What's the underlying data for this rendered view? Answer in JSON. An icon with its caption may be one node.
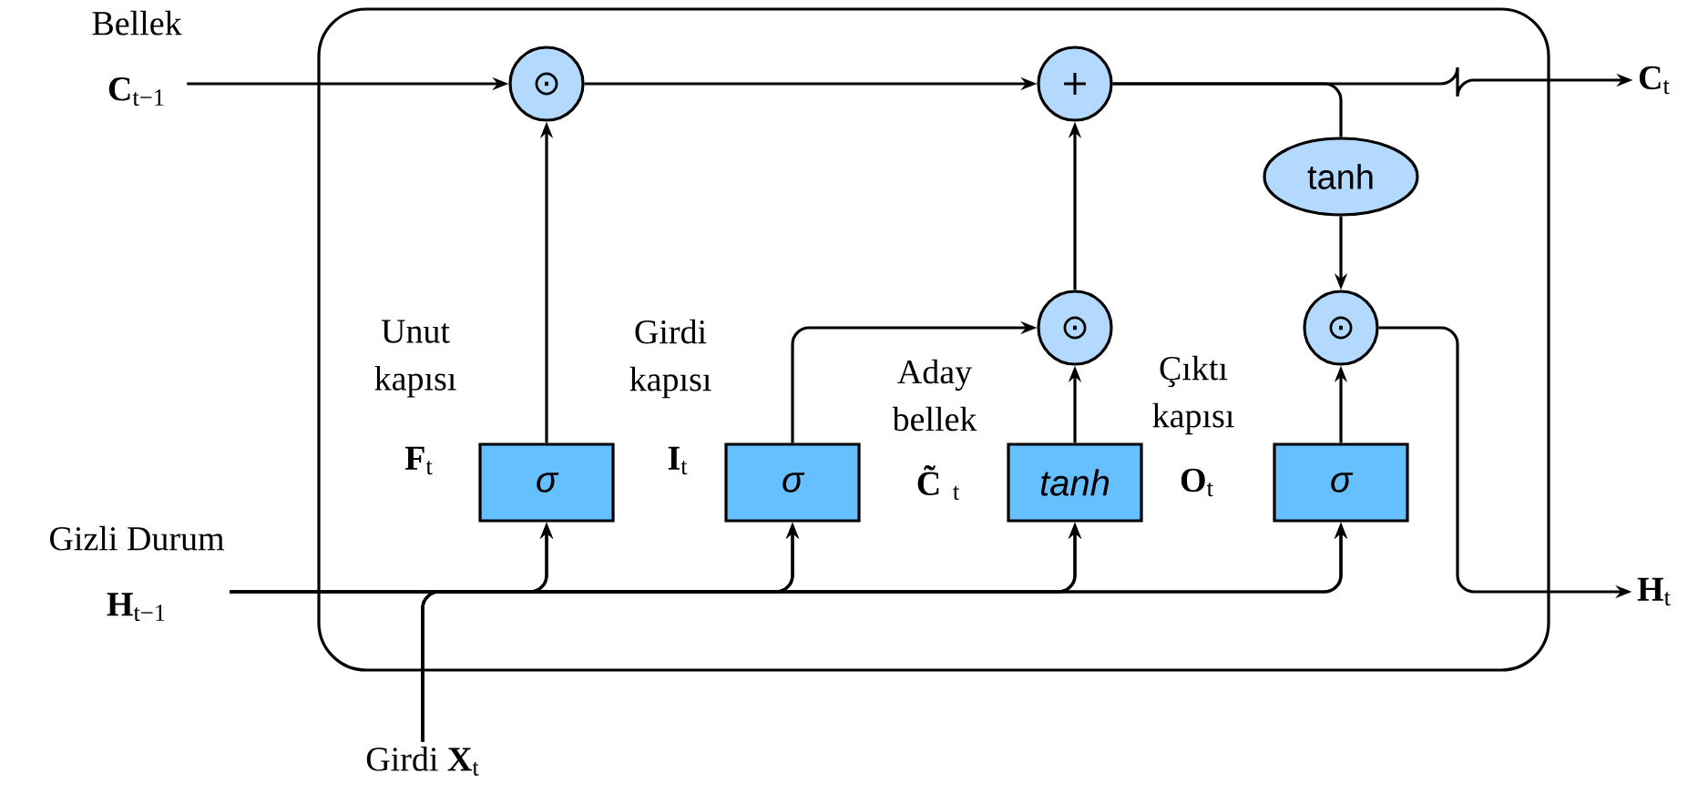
{
  "diagram": {
    "nodes": [
      {
        "text": [],
        "shape": "box"
      },
      {
        "text": [
          "Bellek",
          "**C**$_{t−1}$"
        ]
      },
      {
        "text": [
          "⊙"
        ],
        "in": 0
      },
      {
        "text": [
          "+"
        ],
        "in": 0
      },
      {
        "text": [
          "**C**$_{t}$"
        ]
      },
      {
        "text": [
          "tanh"
        ],
        "in": 0
      },
      {
        "text": [
          "⊙"
        ],
        "in": 0
      },
      {
        "text": [
          "⊙"
        ],
        "in": 0
      },
      {
        "text": [
          "σ"
        ],
        "in": 0,
        "beside": [
          "Unut kapısı",
          "**F**$_{t}$"
        ]
      },
      {
        "text": [
          "σ"
        ],
        "in": 0,
        "beside": [
          "Girdi kapısı",
          "**I**$_{t}$"
        ]
      },
      {
        "text": [
          "tanh"
        ],
        "in": 0,
        "beside": [
          "Aday bellek",
          "**C̃**$_{t}$"
        ]
      },
      {
        "text": [
          "σ"
        ],
        "in": 0,
        "beside": [
          "Çıktı kapısı",
          "**O**$_{t}$"
        ]
      },
      {
        "text": [
          "Gizli Durum",
          "**H**$_{t−1}$"
        ]
      },
      {
        "text": [
          "Girdi **X**$_{t}$"
        ]
      },
      {
        "text": [
          "**H**$_{t}$"
        ]
      }
    ],
    "edges": [
      {
        "from": 1,
        "to": 2,
        "arrow": "to"
      },
      {
        "from": 2,
        "to": 3,
        "arrow": "to"
      },
      {
        "from": 3,
        "to": 4,
        "arrow": "to"
      },
      {
        "from": 3,
        "to": 5,
        "arrow": "none"
      },
      {
        "from": 5,
        "to": 7,
        "arrow": "to"
      },
      {
        "from": 8,
        "to": 2,
        "arrow": "to"
      },
      {
        "from": 9,
        "to": 6,
        "arrow": "to"
      },
      {
        "from": 10,
        "to": 6,
        "arrow": "to"
      },
      {
        "from": 6,
        "to": 3,
        "arrow": "to"
      },
      {
        "from": 11,
        "to": 7,
        "arrow": "to"
      },
      {
        "from": 7,
        "to": 14,
        "arrow": "to"
      },
      {
        "from": 12,
        "to": 8,
        "arrow": "to"
      },
      {
        "from": 12,
        "to": 9,
        "arrow": "to"
      },
      {
        "from": 12,
        "to": 10,
        "arrow": "to"
      },
      {
        "from": 12,
        "to": 11,
        "arrow": "to"
      },
      {
        "from": 13,
        "to": 8,
        "arrow": "to"
      },
      {
        "from": 13,
        "to": 9,
        "arrow": "to"
      },
      {
        "from": 13,
        "to": 10,
        "arrow": "to"
      },
      {
        "from": 13,
        "to": 11,
        "arrow": "to"
      }
    ]
  }
}
